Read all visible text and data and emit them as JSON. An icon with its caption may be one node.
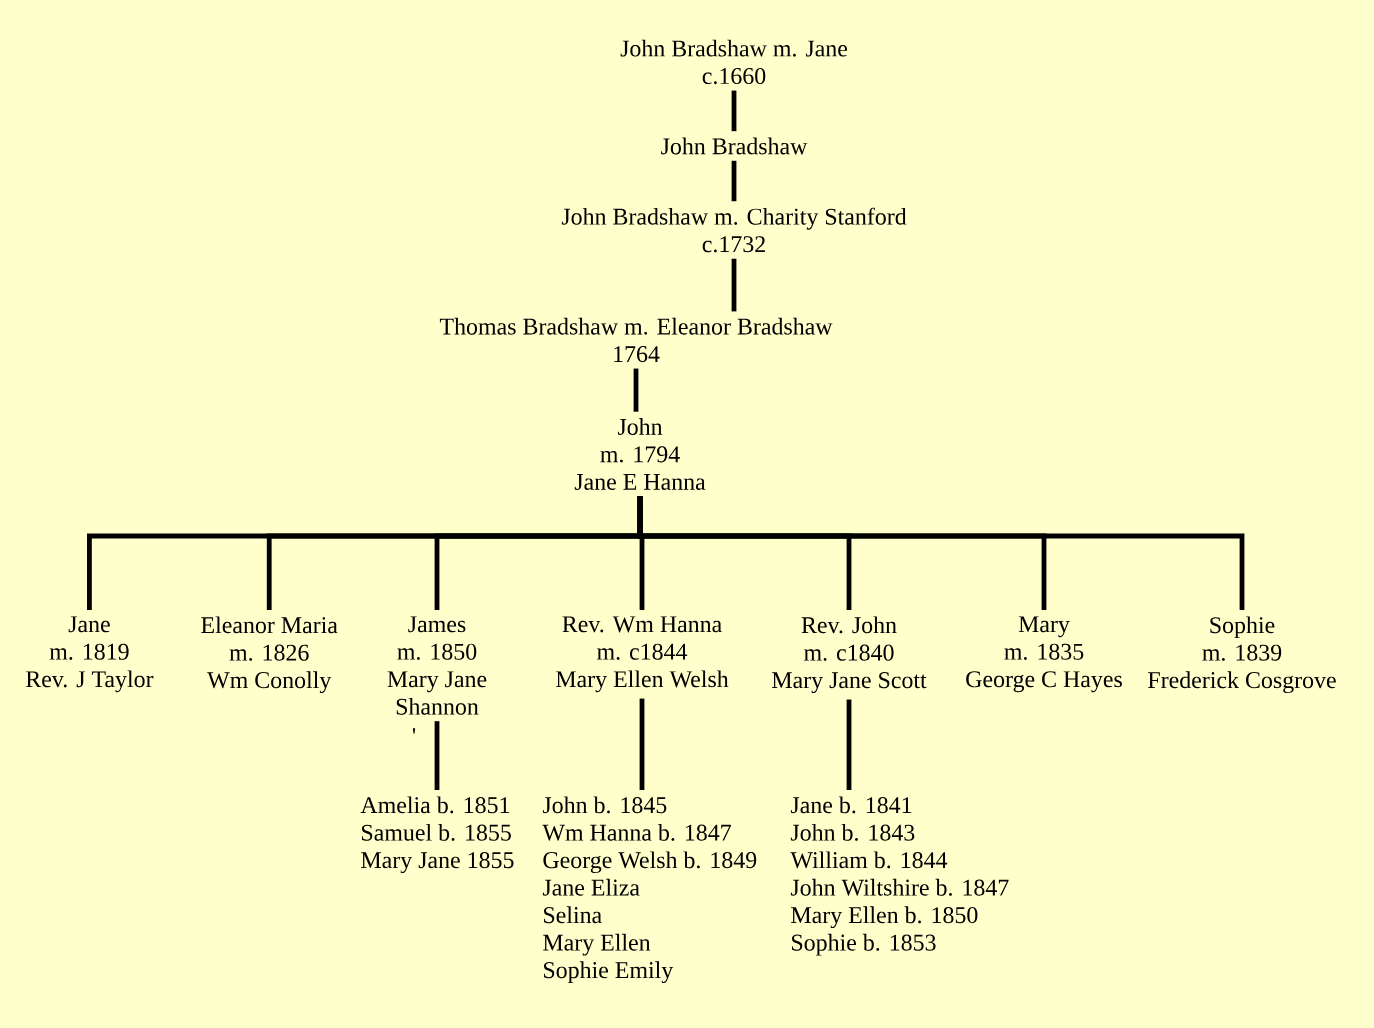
{
  "diagram": {
    "nodes": [
      {
        "text": [
          "John Bradshaw m. Jane",
          "c.1660"
        ]
      },
      {
        "text": [
          "John Bradshaw"
        ]
      },
      {
        "text": [
          "John Bradshaw m. Charity Stanford",
          "c.1732"
        ]
      },
      {
        "text": [
          "Thomas Bradshaw m. Eleanor Bradshaw",
          "1764"
        ]
      },
      {
        "text": [
          "John",
          "m. 1794",
          "Jane E Hanna"
        ]
      },
      {
        "text": [
          "Jane",
          "m. 1819",
          "Rev. J Taylor"
        ]
      },
      {
        "text": [
          "Eleanor Maria",
          "m. 1826",
          "Wm Conolly"
        ]
      },
      {
        "text": [
          "James",
          "m. 1850",
          "Mary Jane Shannon"
        ]
      },
      {
        "text": [
          "Rev. Wm Hanna",
          "m. c1844",
          "Mary Ellen Welsh"
        ]
      },
      {
        "text": [
          "Rev. John",
          "m. c1840",
          "Mary Jane Scott"
        ]
      },
      {
        "text": [
          "Mary",
          "m. 1835",
          "George C Hayes"
        ]
      },
      {
        "text": [
          "Sophie",
          "m. 1839",
          "Frederick Cosgrove"
        ]
      },
      {
        "text": [
          "Amelia b. 1851",
          "Samuel b. 1855",
          "Mary Jane 1855"
        ]
      },
      {
        "text": [
          "John b. 1845",
          "Wm Hanna b. 1847",
          "George Welsh b. 1849",
          "Jane Eliza",
          "Selina",
          "Mary Ellen",
          "Sophie Emily"
        ]
      },
      {
        "text": [
          "Jane b. 1841",
          "John b. 1843",
          "William b. 1844",
          "John Wiltshire b. 1847",
          "Mary Ellen b. 1850",
          "Sophie b. 1853"
        ]
      }
    ],
    "edges": [
      {
        "from": 0,
        "to": 1,
        "arrow": "none"
      },
      {
        "from": 1,
        "to": 2,
        "arrow": "none"
      },
      {
        "from": 2,
        "to": 3,
        "arrow": "none"
      },
      {
        "from": 3,
        "to": 4,
        "arrow": "none"
      },
      {
        "from": 4,
        "to": 5,
        "arrow": "none"
      },
      {
        "from": 4,
        "to": 6,
        "arrow": "none"
      },
      {
        "from": 4,
        "to": 7,
        "arrow": "none"
      },
      {
        "from": 4,
        "to": 8,
        "arrow": "none"
      },
      {
        "from": 4,
        "to": 9,
        "arrow": "none"
      },
      {
        "from": 4,
        "to": 10,
        "arrow": "none"
      },
      {
        "from": 4,
        "to": 11,
        "arrow": "none"
      },
      {
        "from": 7,
        "to": 12,
        "arrow": "none"
      },
      {
        "from": 8,
        "to": 13,
        "arrow": "none"
      },
      {
        "from": 9,
        "to": 14,
        "arrow": "none"
      }
    ],
    "labels": [
      "'"
    ]
  }
}
